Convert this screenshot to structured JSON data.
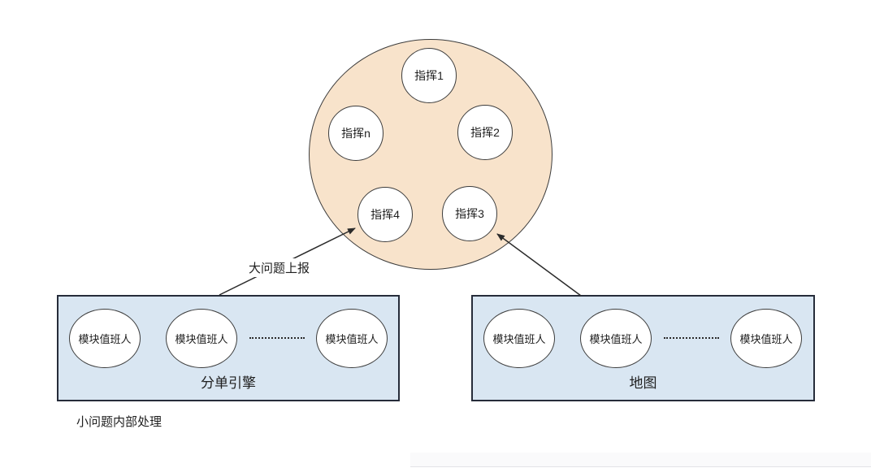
{
  "diagram": {
    "command_center": {
      "nodes": [
        {
          "label": "指挥1"
        },
        {
          "label": "指挥2"
        },
        {
          "label": "指挥3"
        },
        {
          "label": "指挥4"
        },
        {
          "label": "指挥n"
        }
      ]
    },
    "panels": [
      {
        "title": "分单引擎",
        "members": [
          {
            "label": "模块值班人"
          },
          {
            "label": "模块值班人"
          },
          {
            "label": "模块值班人"
          }
        ]
      },
      {
        "title": "地图",
        "members": [
          {
            "label": "模块值班人"
          },
          {
            "label": "模块值班人"
          },
          {
            "label": "模块值班人"
          }
        ]
      }
    ],
    "annotations": {
      "escalation_label": "大问题上报",
      "footnote": "小问题内部处理"
    },
    "colors": {
      "command_circle_fill": "#f8e3cb",
      "panel_fill": "#d9e6f2",
      "panel_border": "#262c3a",
      "shape_stroke": "#3c3c3c",
      "arrow": "#2b2b2b"
    }
  }
}
